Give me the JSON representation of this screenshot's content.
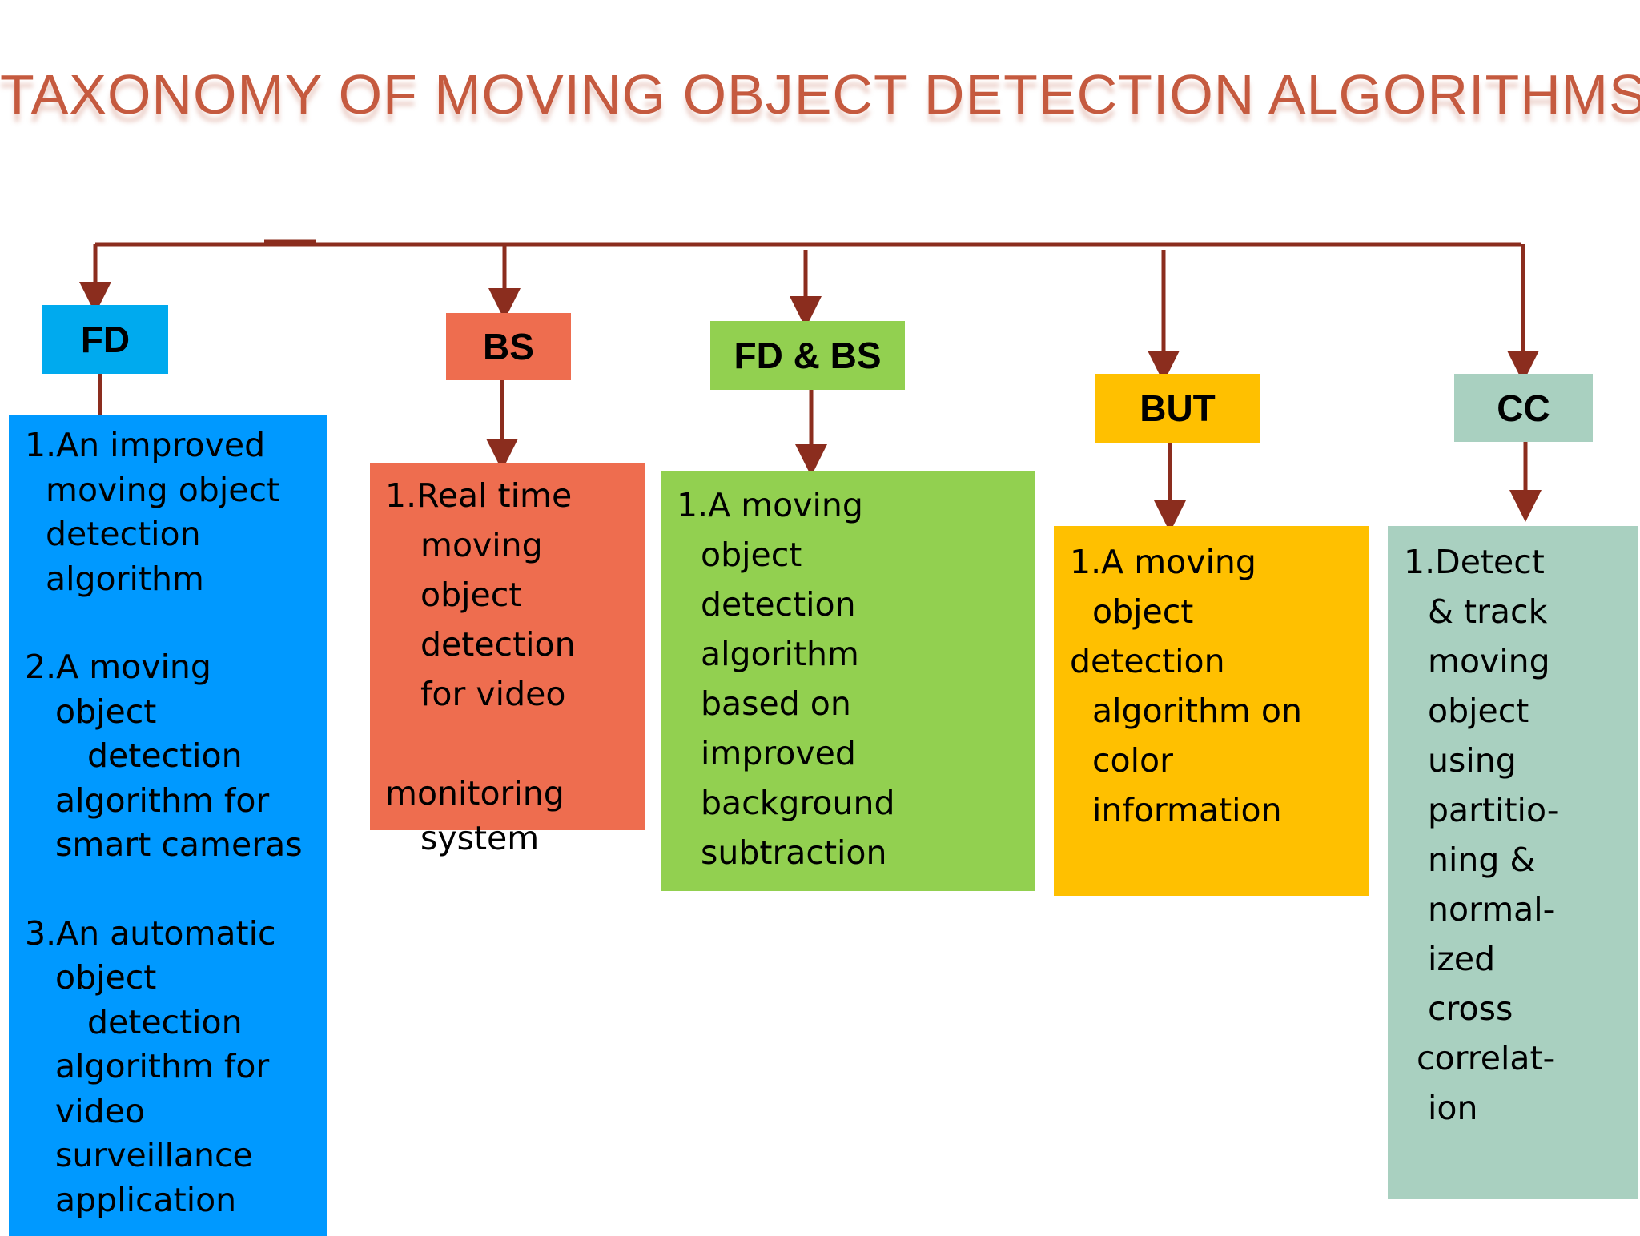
{
  "title": "TAXONOMY OF MOVING OBJECT DETECTION ALGORITHMS",
  "colors": {
    "connector": "#8b2d1e",
    "title": "#c55a3f",
    "fd": "#0099ff",
    "fd_label": "#00aaee",
    "bs": "#ee6d4f",
    "fdbs": "#92d050",
    "but": "#ffc000",
    "cc": "#a9d0c0"
  },
  "categories": [
    {
      "label": "FD",
      "items": [
        [
          "1.An improved",
          "  moving object",
          "  detection",
          "  algorithm"
        ],
        [
          "2.A moving",
          "   object",
          "      detection",
          "   algorithm for",
          "   smart cameras"
        ],
        [
          "3.An automatic",
          "   object",
          "      detection",
          "   algorithm for",
          "   video",
          "   surveillance",
          "   application"
        ]
      ]
    },
    {
      "label": "BS",
      "items": [
        [
          "1.Real time",
          "    moving",
          "    object",
          "    detection",
          "    for video",
          "",
          "monitoring",
          "    system"
        ]
      ]
    },
    {
      "label": "FD & BS",
      "items": [
        [
          "1.A moving",
          "  object",
          "  detection",
          "  algorithm",
          "  based on",
          "  improved",
          "  background",
          "  subtraction"
        ]
      ]
    },
    {
      "label": "BUT",
      "items": [
        [
          "1.A moving",
          "  object",
          "detection",
          "  algorithm on",
          "  color",
          "  information"
        ]
      ]
    },
    {
      "label": "CC",
      "items": [
        [
          "1.Detect",
          "  & track",
          "  moving",
          "  object",
          "  using",
          "  partitio-",
          "  ning &",
          "  normal-",
          "  ized",
          "  cross",
          " correlat-",
          "  ion"
        ]
      ]
    }
  ]
}
